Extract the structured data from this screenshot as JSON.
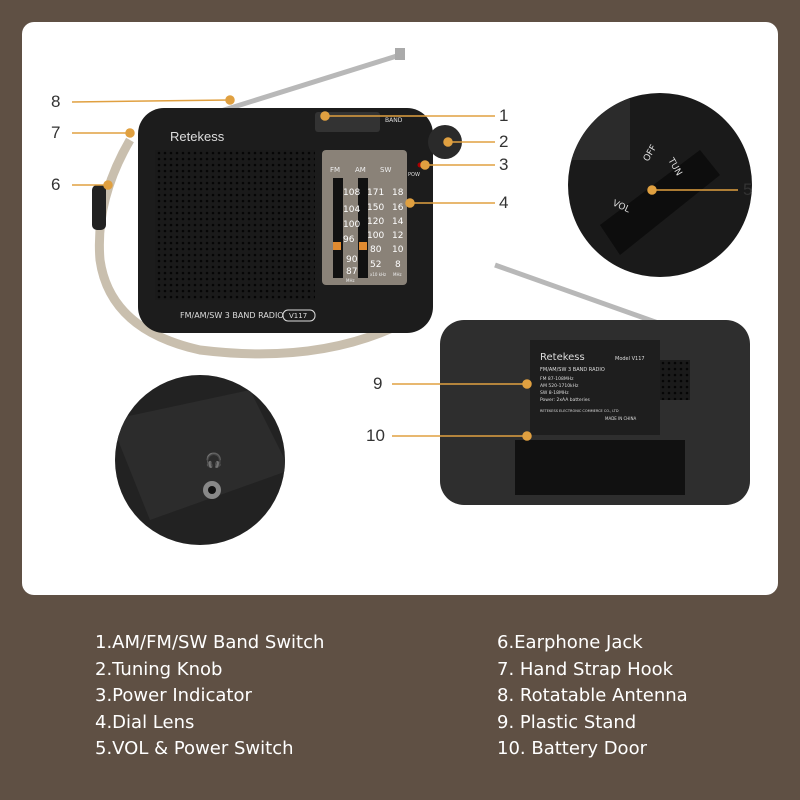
{
  "colors": {
    "background": "#5f5044",
    "card": "#ffffff",
    "callout_line": "#e0a040",
    "radio_body": "#1c1c1c"
  },
  "radio_front": {
    "brand": "Retekess",
    "band_label": "BAND",
    "pow_label": "POW",
    "model_text": "FM/AM/SW 3 BAND RADIO",
    "model_badge": "V117",
    "dial_headers": [
      "FM",
      "AM",
      "SW"
    ],
    "fm_scale": [
      "108",
      "104",
      "100",
      "96",
      "90",
      "87"
    ],
    "fm_unit": "MHz",
    "am_scale": [
      "171",
      "150",
      "120",
      "100",
      "80",
      "52"
    ],
    "am_unit": "x10 kHz",
    "sw_scale": [
      "18",
      "16",
      "14",
      "12",
      "10",
      "8"
    ],
    "sw_unit": "MHz"
  },
  "inset_switch": {
    "vol": "VOL",
    "off": "OFF",
    "tun": "TUN"
  },
  "radio_back": {
    "brand": "Retekess",
    "model": "Model V117",
    "subtitle": "FM/AM/SW 3 BAND RADIO",
    "specs": [
      "FM 87-108MHz",
      "AM 520-1710kHz",
      "SW 8-18MHz",
      "Power: 2xAA batteries"
    ],
    "maker": "RETEKESS ELECTRONIC COMMERCE CO., LTD",
    "made_in": "MADE IN CHINA"
  },
  "callouts": {
    "c1": "1",
    "c2": "2",
    "c3": "3",
    "c4": "4",
    "c5": "5",
    "c6": "6",
    "c7": "7",
    "c8": "8",
    "c9": "9",
    "c10": "10"
  },
  "legend": {
    "left": [
      "1.AM/FM/SW Band Switch",
      "2.Tuning Knob",
      "3.Power Indicator",
      "4.Dial Lens",
      "5.VOL & Power Switch"
    ],
    "right": [
      "6.Earphone Jack",
      "7. Hand Strap Hook",
      "8. Rotatable Antenna",
      "9. Plastic Stand",
      "10. Battery Door"
    ]
  }
}
